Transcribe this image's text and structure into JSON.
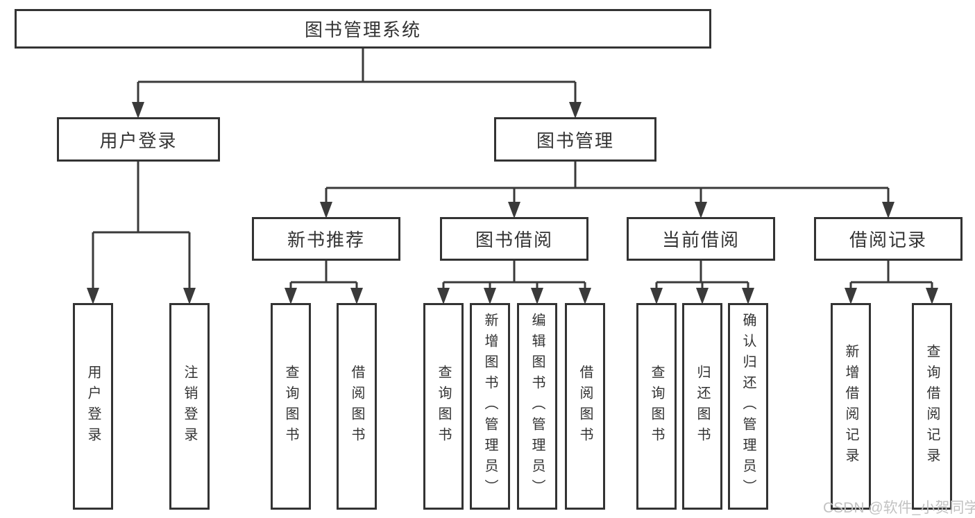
{
  "colors": {
    "line": "#3a3a3a",
    "border": "#333333",
    "text": "#333333",
    "bg": "#ffffff",
    "watermark": "#c2c2c2"
  },
  "diagram": {
    "type": "tree",
    "root": {
      "label": "图书管理系统",
      "children": [
        {
          "label": "用户登录",
          "children": [
            {
              "label": "用户登录"
            },
            {
              "label": "注销登录"
            }
          ]
        },
        {
          "label": "图书管理",
          "children": [
            {
              "label": "新书推荐",
              "children": [
                {
                  "label": "查询图书"
                },
                {
                  "label": "借阅图书"
                }
              ]
            },
            {
              "label": "图书借阅",
              "children": [
                {
                  "label": "查询图书"
                },
                {
                  "label": "新增图书（管理员）"
                },
                {
                  "label": "编辑图书（管理员）"
                },
                {
                  "label": "借阅图书"
                }
              ]
            },
            {
              "label": "当前借阅",
              "children": [
                {
                  "label": "查询图书"
                },
                {
                  "label": "归还图书"
                },
                {
                  "label": "确认归还（管理员）"
                }
              ]
            },
            {
              "label": "借阅记录",
              "children": [
                {
                  "label": "新增借阅记录"
                },
                {
                  "label": "查询借阅记录"
                }
              ]
            }
          ]
        }
      ]
    }
  },
  "watermark": {
    "text": "CSDN @软件_小贺同学"
  }
}
